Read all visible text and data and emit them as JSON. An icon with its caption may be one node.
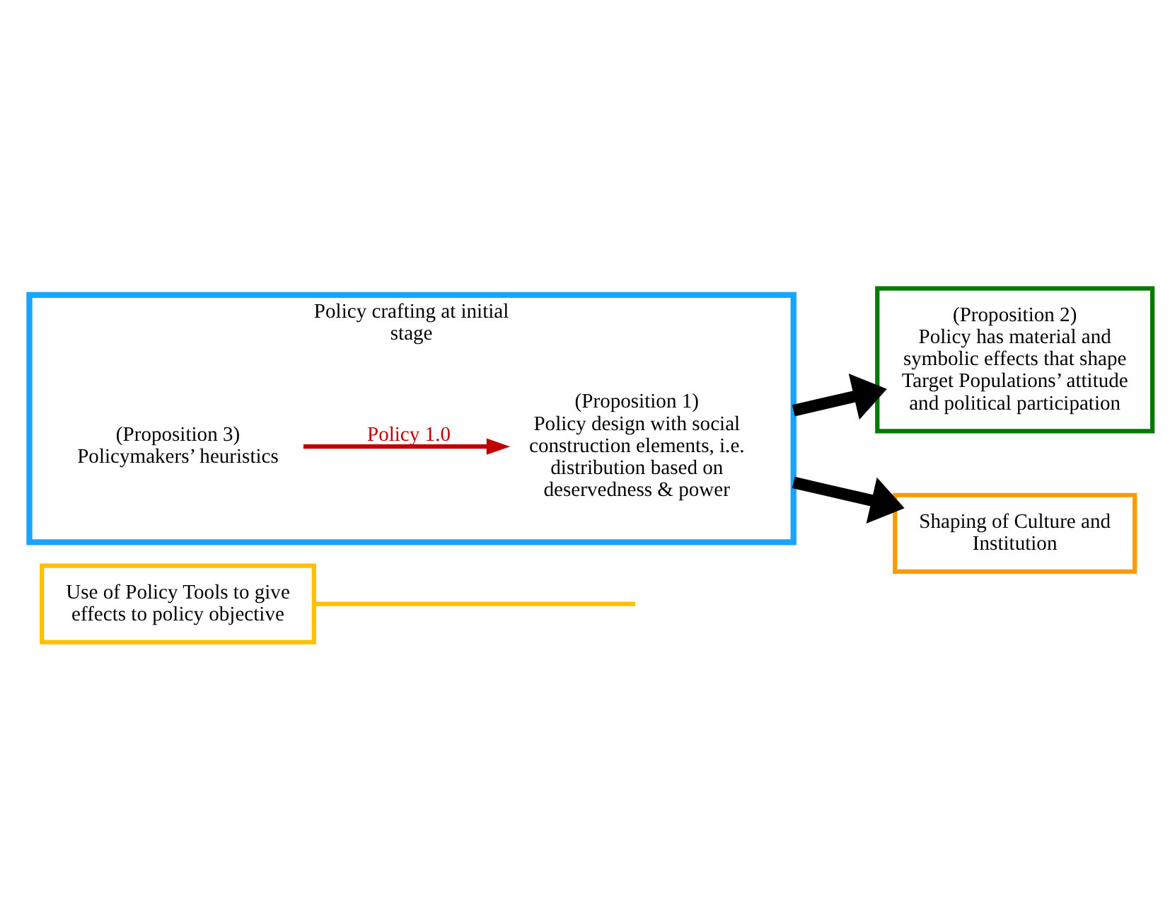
{
  "diagram": {
    "nodes": [
      {
        "text": [
          "Use of Policy Tools to give effects to policy objective"
        ]
      },
      {
        "text": [
          "Policy crafting at initial stage"
        ]
      },
      {
        "text": [
          "(Proposition 3)",
          "Policymakers’ heuristics"
        ],
        "in": 1
      },
      {
        "text": [
          "(Proposition 1)",
          "Policy design with social construction elements, i.e. distribution based on deservedness & power"
        ],
        "in": 1
      },
      {
        "text": [
          "(Proposition 2)",
          "Policy has material and symbolic effects that shape Target Populations’ attitude and political participation"
        ]
      },
      {
        "text": [
          "Shaping of Culture and Institution"
        ]
      }
    ],
    "edges": [
      {
        "from": 2,
        "to": 3,
        "arrow": "to",
        "label": "Policy 1.0",
        "color": "#c00000"
      },
      {
        "from": 1,
        "to": 4,
        "arrow": "to",
        "style": "thick"
      },
      {
        "from": 1,
        "to": 5,
        "arrow": "to",
        "style": "thick"
      },
      {
        "from": 0,
        "to": null,
        "arrow": "none",
        "color": "#ffc000"
      }
    ]
  }
}
